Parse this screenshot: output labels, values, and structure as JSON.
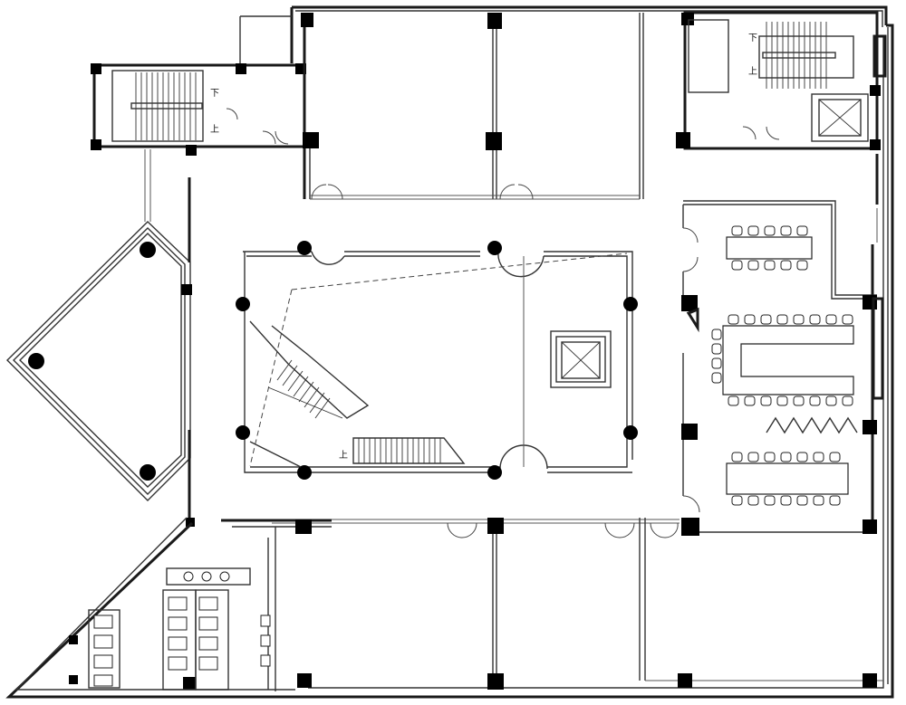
{
  "labels": {
    "down_nw": "下",
    "up_nw": "上",
    "down_ne": "下",
    "up_ne": "上",
    "up_atrium": "上"
  }
}
